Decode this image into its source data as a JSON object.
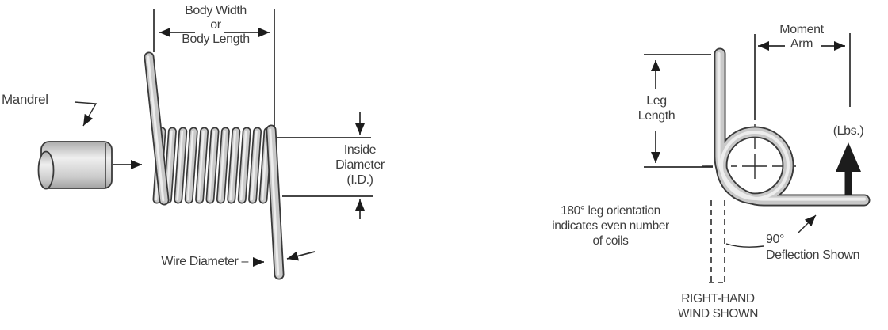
{
  "diagram": {
    "left_figure": {
      "body_width_label": "Body Width\nor\nBody Length",
      "mandrel_label": "Mandrel",
      "inside_diameter_label": "Inside\nDiameter\n(I.D.)",
      "wire_diameter_label": "Wire Diameter –"
    },
    "right_figure": {
      "moment_arm_label": "Moment\nArm",
      "leg_length_label": "Leg\nLength",
      "load_units_label": "(Lbs.)",
      "leg_orientation_note": "180° leg orientation\nindicates even number\nof coils",
      "deflection_label": "90°\nDeflection Shown",
      "wind_label": "RIGHT-HAND\nWIND SHOWN"
    },
    "colors": {
      "line": "#2b2b2b",
      "text": "#3e3e3e",
      "wire_outline": "#3a3a3a",
      "wire_fill": "#c9c9c9",
      "arrow_fill": "#1c1c1c",
      "background": "#ffffff"
    }
  }
}
